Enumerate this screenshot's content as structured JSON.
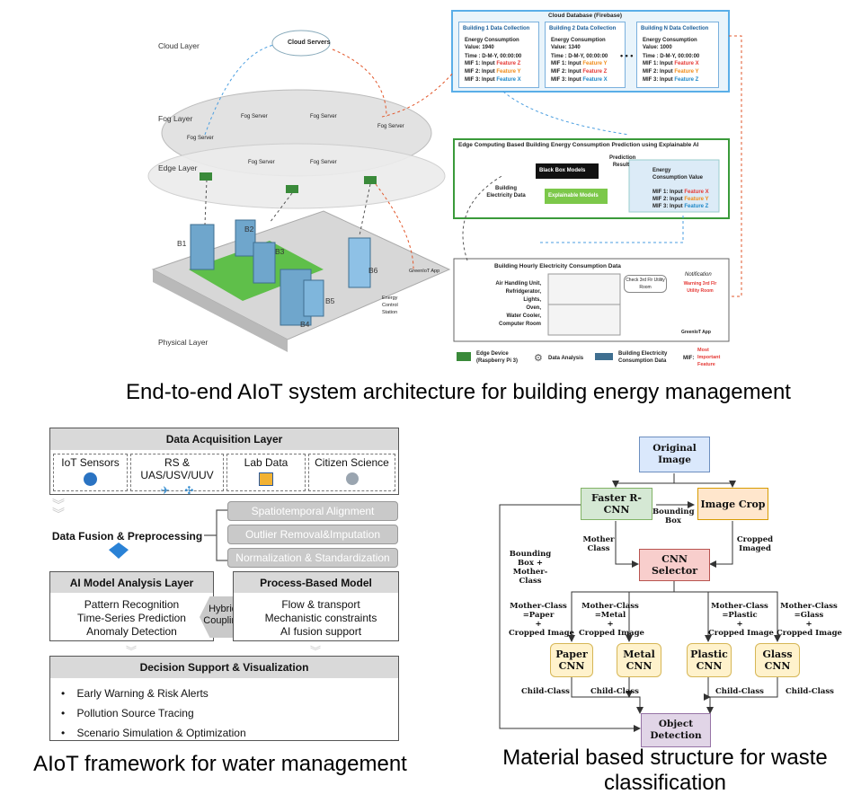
{
  "energy": {
    "caption": "End-to-end AIoT system architecture for building energy management",
    "layers": {
      "cloud": "Cloud Layer",
      "fog": "Fog Layer",
      "edge": "Edge Layer",
      "physical": "Physical Layer"
    },
    "cloud_servers": "Cloud Servers",
    "fog_server": "Fog Server",
    "cloud_db": {
      "title": "Cloud Database (Firebase)",
      "cards": [
        {
          "title": "Building 1 Data Collection",
          "label": "Energy Consumption",
          "value": "Value: 1940",
          "time": "Time : D-M-Y, 00:00:00",
          "mif1": "MIF 1: Input ",
          "f1": "Feature Z",
          "mif2": "MIF 2: Input ",
          "f2": "Feature Y",
          "mif3": "MIF 3: Input ",
          "f3": "Feature X"
        },
        {
          "title": "Building 2 Data Collection",
          "label": "Energy Consumption",
          "value": "Value: 1340",
          "time": "Time : D-M-Y, 00:00:00",
          "mif1": "MIF 1: Input ",
          "f1": "Feature Y",
          "mif2": "MIF 2: Input ",
          "f2": "Feature Z",
          "mif3": "MIF 3: Input ",
          "f3": "Feature X"
        },
        {
          "title": "Building N Data Collection",
          "label": "Energy Consumption",
          "value": "Value: 1000",
          "time": "Time : D-M-Y, 00:00:00",
          "mif1": "MIF 1: Input ",
          "f1": "Feature X",
          "mif2": "MIF 2: Input ",
          "f2": "Feature Y",
          "mif3": "MIF 3: Input ",
          "f3": "Feature Z"
        }
      ],
      "dots": "• • •"
    },
    "edge_box": {
      "title": "Edge Computing  Based Building Energy Consumption Prediction using Explainable AI",
      "black_box": "Black Box Models",
      "explainable": "Explainable Models",
      "prediction_result": "Prediction Result",
      "building_data": "Building Electricity Data",
      "energy_value": "Energy Consumption Value",
      "mif1": "MIF 1: Input ",
      "f1": "Feature X",
      "mif2": "MIF 2: Input ",
      "f2": "Feature Y",
      "mif3": "MIF 3: Input ",
      "f3": "Feature Z"
    },
    "hourly": {
      "title": "Building Hourly Electricity Consumption Data",
      "items": [
        "Air Handling Unit,",
        "Refridgerator,",
        "Lights,",
        "Oven,",
        "Water Cooler,",
        "Computer Room"
      ],
      "check": "Check 3rd Flr Utility Room",
      "notification": "Notification",
      "warning": "Warning 3rd Flr Utility Room",
      "app": "GreenIoT App"
    },
    "buildings": [
      "B1",
      "B2",
      "B3",
      "B4",
      "B5",
      "B6"
    ],
    "greeniot_app": "GreenIoT App",
    "energy_control": "Energy Control Station",
    "legend": {
      "edge_device": "Edge Device (Raspberry Pi 3)",
      "data_analysis": "Data Analysis",
      "building_data": "Building Electricity Consumption Data",
      "mif_key": "MIF:",
      "mif_desc": "Most Important Feature"
    },
    "colors": {
      "featureX": "#1e88c8",
      "featureY": "#f08c1a",
      "featureZ": "#e53935",
      "edge_green": "#3a9a3a",
      "cloud_blue": "#5aaee8"
    }
  },
  "water": {
    "caption": "AIoT framework for water management",
    "acquisition": "Data Acquisition Layer",
    "sources": [
      "IoT Sensors",
      "RS & UAS/USV/UUV",
      "Lab Data",
      "Citizen Science"
    ],
    "fusion": "Data Fusion & Preprocessing",
    "steps": [
      "Spatiotemporal Alignment",
      "Outlier Removal&Imputation",
      "Normalization & Standardization"
    ],
    "ai_layer": "AI Model Analysis Layer",
    "ai_items": [
      "Pattern Recognition",
      "Time-Series Prediction",
      "Anomaly Detection"
    ],
    "hybrid": "Hybrid Coupling",
    "process_model": "Process-Based Model",
    "process_items": [
      "Flow & transport",
      "Mechanistic constraints",
      "AI fusion support"
    ],
    "decision": "Decision Support & Visualization",
    "decision_items": [
      "Early Warning & Risk Alerts",
      "Pollution Source Tracing",
      "Scenario Simulation & Optimization"
    ]
  },
  "waste": {
    "caption": "Material based structure for waste classification",
    "original": "Original Image",
    "faster": "Faster R-CNN",
    "crop": "Image Crop",
    "bbox": "Bounding Box",
    "mother_class": "Mother Class",
    "cropped_imaged": "Cropped Imaged",
    "bbox_mother": "Bounding Box + Mother-Class",
    "selector": "CNN Selector",
    "branches": [
      {
        "l1": "Mother-Class",
        "l2": "=Paper",
        "plus": "+",
        "l3": "Cropped Image",
        "cnn1": "Paper",
        "cnn2": "CNN"
      },
      {
        "l1": "Mother-Class",
        "l2": "=Metal",
        "plus": "+",
        "l3": "Cropped Image",
        "cnn1": "Metal",
        "cnn2": "CNN"
      },
      {
        "l1": "Mother-Class",
        "l2": "=Plastic",
        "plus": "+",
        "l3": "Cropped Image",
        "cnn1": "Plastic",
        "cnn2": "CNN"
      },
      {
        "l1": "Mother-Class",
        "l2": "=Glass",
        "plus": "+",
        "l3": "Cropped Image",
        "cnn1": "Glass",
        "cnn2": "CNN"
      }
    ],
    "child": "Child-Class",
    "detection": "Object Detection"
  }
}
